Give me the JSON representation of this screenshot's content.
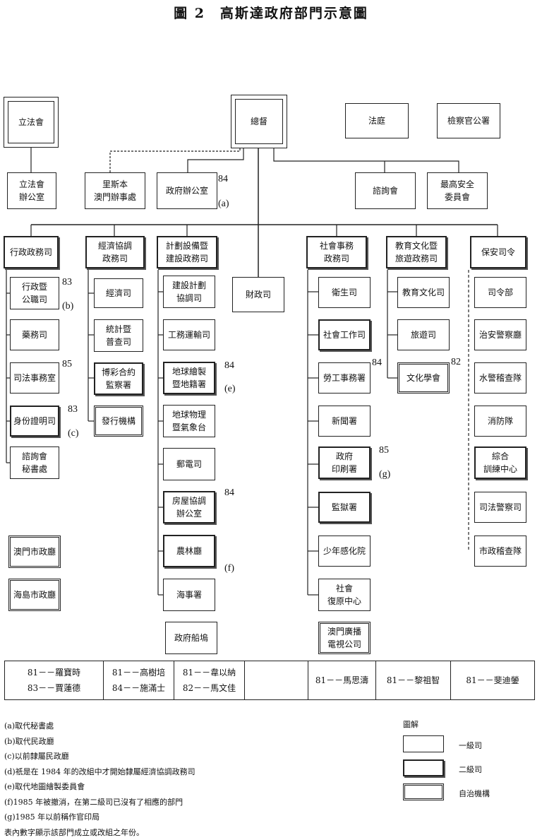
{
  "title": "圖 2　高斯達政府部門示意圖",
  "top_boxes": {
    "legislature": "立法會",
    "governor": "總督",
    "court": "法庭",
    "prosecutor": "檢察官公署"
  },
  "second_row": {
    "leg_office": "立法會\n辦公室",
    "lisbon_office": "里斯本\n澳門辦事處",
    "gov_office": "政府辦公室",
    "consultative": "諮詢會",
    "security_council": "最高安全\n委員會"
  },
  "secretariats": {
    "admin": "行政政務司",
    "econ": "經濟協調\n政務司",
    "planning": "計劃設備暨\n建設政務司",
    "finance": "財政司",
    "social": "社會事務\n政務司",
    "education": "教育文化暨\n旅遊政務司",
    "security": "保安司令"
  },
  "admin_depts": [
    "行政暨\n公職司",
    "藥務司",
    "司法事務室",
    "身份證明司",
    "諮詢會\n秘書處"
  ],
  "econ_depts": [
    "經濟司",
    "統計暨\n普查司",
    "博彩合約\n監察署",
    "發行機構"
  ],
  "planning_depts": [
    "建設計劃\n協調司",
    "工務運輸司",
    "地球繪製\n暨地籍署",
    "地球物理\n暨氣象台",
    "郵電司",
    "房屋協調\n辦公室",
    "農林廳",
    "海事署",
    "政府船塢"
  ],
  "social_depts": [
    "衛生司",
    "社會工作司",
    "勞工事務署",
    "新聞署",
    "政府\n印刷署",
    "監獄署",
    "少年感化院",
    "社會\n復原中心",
    "澳門廣播\n電視公司"
  ],
  "education_depts": [
    "教育文化司",
    "旅遊司",
    "文化學會"
  ],
  "security_depts": [
    "司令部",
    "治安警察廳",
    "水警稽查隊",
    "消防隊",
    "綜合\n訓練中心",
    "司法警察司",
    "市政稽查隊"
  ],
  "municipal": [
    "澳門市政廳",
    "海島市政廳"
  ],
  "years": {
    "gov_office": "84",
    "admin_0": "83",
    "admin_2": "85",
    "admin_3": "83",
    "planning_2": "84",
    "planning_5": "84",
    "social_2": "84",
    "social_4": "85",
    "education_2": "82"
  },
  "notes": {
    "gov_office": "(a)",
    "admin_0": "(b)",
    "admin_3": "(c)",
    "planning_2": "(e)",
    "planning_6": "(f)",
    "social_4": "(g)"
  },
  "officials": [
    "81－－羅寶時\n83－－賈蓮德",
    "81－－高樹培\n84－－施滿士",
    "81－－韋以納\n82－－馬文佳",
    "",
    "81－－馬思濤",
    "81－－黎祖智",
    "81－－斐迪鎣"
  ],
  "footnotes": [
    "(a)取代秘書處",
    "(b)取代民政廳",
    "(c)以前隸屬民政廳",
    "(d)祇是在 1984 年的改組中才開始隸屬經濟協調政務司",
    "(e)取代地圖繪製委員會",
    "(f)1985 年被撤消，在第二級司已沒有了相應的部門",
    "(g)1985 年以前稱作官印局",
    "表內數字顯示該部門成立或改組之年份。"
  ],
  "legend": {
    "title": "圖解",
    "level1": "一級司",
    "level2": "二級司",
    "autonomous": "自治機構"
  }
}
